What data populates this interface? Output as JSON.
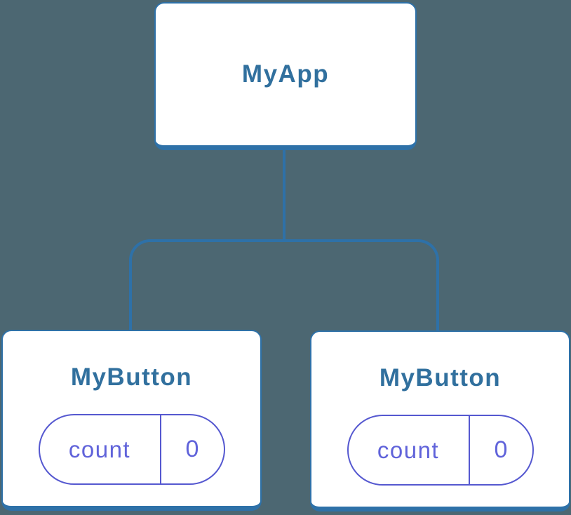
{
  "theme": {
    "bg": "#4C6772",
    "blue-line": "#2E71A8",
    "blue-text": "#31709E",
    "pill-border": "#5558D0",
    "pill-text": "#6063DA",
    "box-bg": "#FFFFFF"
  },
  "diagram": {
    "type": "component-tree",
    "root": {
      "label": "MyApp"
    },
    "children": [
      {
        "label": "MyButton",
        "state": {
          "key": "count",
          "value": "0"
        }
      },
      {
        "label": "MyButton",
        "state": {
          "key": "count",
          "value": "0"
        }
      }
    ]
  }
}
